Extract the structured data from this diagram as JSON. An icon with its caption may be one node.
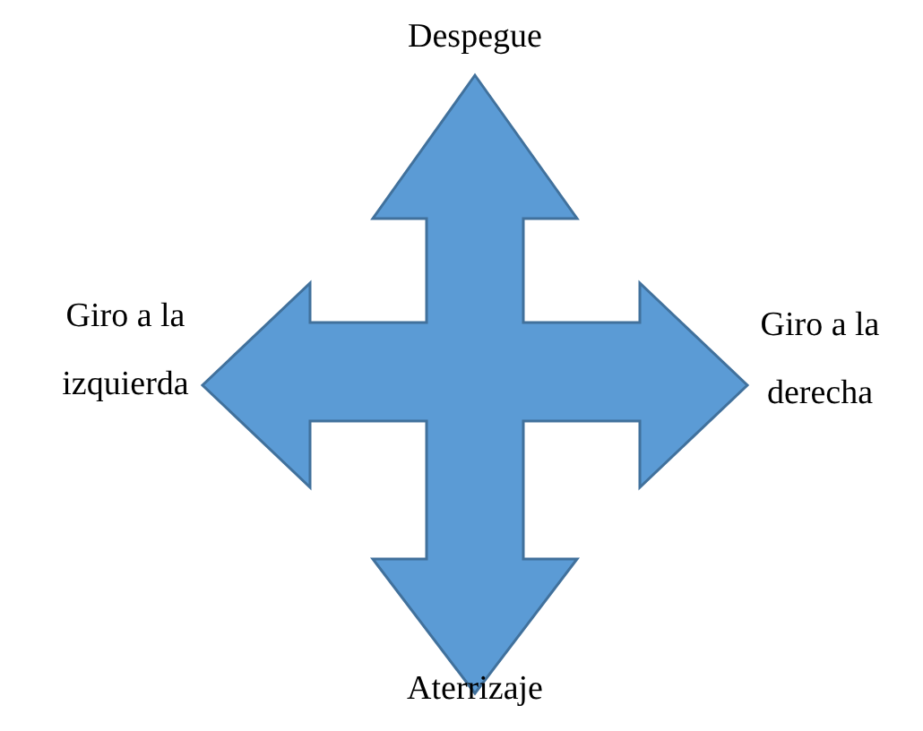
{
  "diagram": {
    "labels": [
      "Despegue",
      "Giro a la izquierda",
      "Giro a la derecha",
      "Aterrizaje"
    ]
  }
}
